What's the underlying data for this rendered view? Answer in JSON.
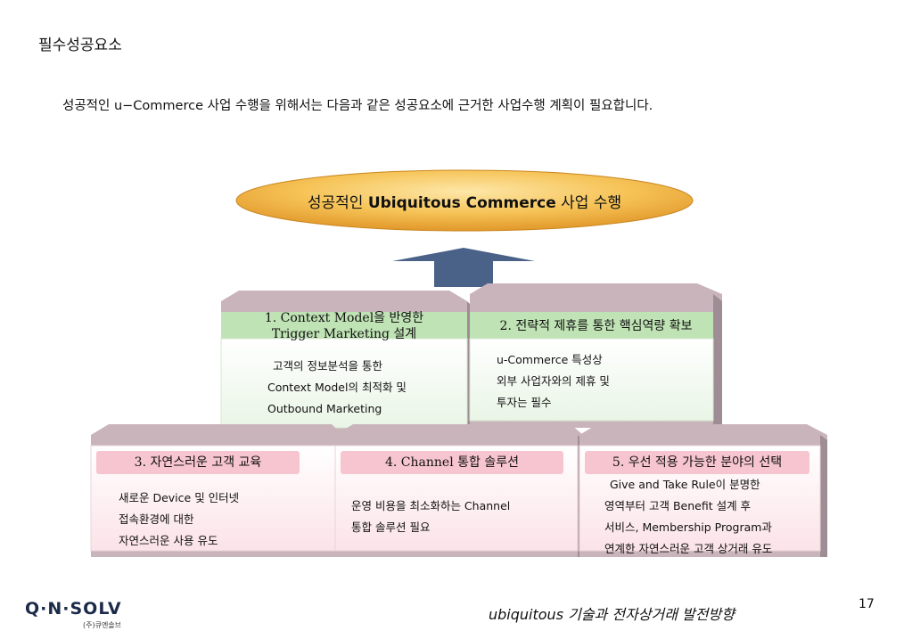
{
  "page": {
    "title": "필수성공요소",
    "intro": "성공적인 u−Commerce 사업 수행을 위해서는 다음과 같은 성공요소에 근거한 사업수행 계획이 필요합니다."
  },
  "goal": {
    "prefix": "성공적인 ",
    "bold": "Ubiquitous Commerce",
    "suffix": " 사업 수행"
  },
  "factors": [
    {
      "title_lines": [
        "1. Context Model을 반영한",
        "Trigger Marketing 설계"
      ],
      "body_lines": [
        "고객의 정보분석을 통한",
        "Context Model의 최적화 및",
        "Outbound Marketing"
      ]
    },
    {
      "title_lines": [
        "2. 전략적 제휴를 통한 핵심역량 확보"
      ],
      "body_lines": [
        "u-Commerce 특성상",
        "외부 사업자와의 제휴 및",
        "투자는 필수"
      ]
    },
    {
      "title_lines": [
        "3. 자연스러운 고객 교육"
      ],
      "body_lines": [
        "새로운 Device 및 인터넷",
        "접속환경에 대한",
        "자연스러운 사용 유도"
      ]
    },
    {
      "title_lines": [
        "4. Channel 통합 솔루션"
      ],
      "body_lines": [
        "운영 비용을 최소화하는 Channel",
        "통합 솔루션 필요"
      ]
    },
    {
      "title_lines": [
        "5. 우선 적용 가능한 분야의 선택"
      ],
      "body_lines": [
        "Give and Take Rule이 분명한",
        "영역부터 고객 Benefit 설계 후",
        "서비스, Membership Program과",
        "연계한 자연스러운 고객 상거래 유도"
      ]
    }
  ],
  "footer": {
    "title": "ubiquitous 기술과 전자상거래 발전방향",
    "page_number": "17",
    "logo": "Q·N·SOLV",
    "logo_sub": "(주)큐엔솔브"
  },
  "colors": {
    "goal_fill": "#f2b33a",
    "green_header": "#bfe3b4",
    "pink_header": "#f7c5cf",
    "arrow": "#4a6188"
  }
}
